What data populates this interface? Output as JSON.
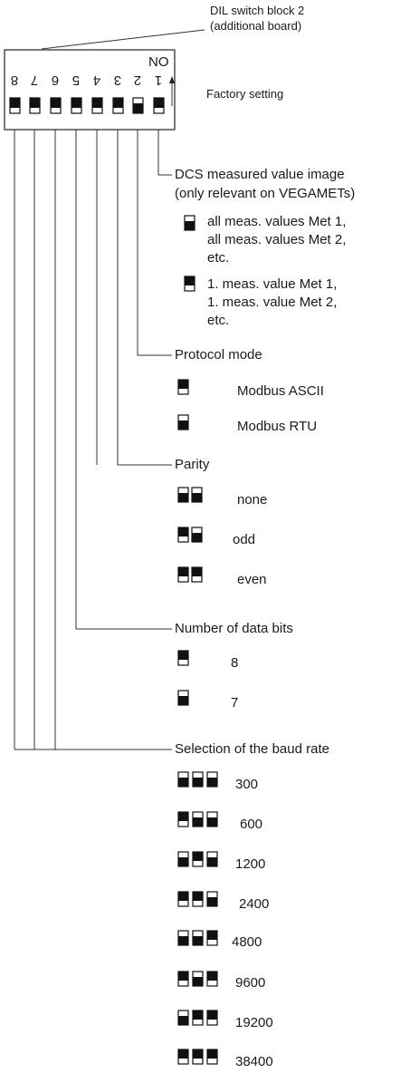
{
  "header": {
    "block_line1": "DIL switch block 2",
    "block_line2": "(additional board)",
    "on_label": "NO",
    "factory_setting": "Factory setting"
  },
  "switch_positions": [
    "8",
    "7",
    "6",
    "5",
    "4",
    "3",
    "2",
    "1"
  ],
  "switch_factory": [
    "on",
    "on",
    "on",
    "on",
    "on",
    "on",
    "off",
    "on"
  ],
  "dcs": {
    "title_line1": "DCS measured value image",
    "title_line2": "(only relevant on VEGAMETs)",
    "options": [
      {
        "state": "off",
        "lines": [
          "all meas. values Met 1,",
          "all meas. values Met 2,",
          "etc."
        ]
      },
      {
        "state": "on",
        "lines": [
          "1. meas. value Met 1,",
          "1. meas. value Met 2,",
          "etc."
        ]
      }
    ]
  },
  "protocol": {
    "title": "Protocol mode",
    "options": [
      {
        "state": "on",
        "label": "Modbus ASCII"
      },
      {
        "state": "off",
        "label": "Modbus RTU"
      }
    ]
  },
  "parity": {
    "title": "Parity",
    "options": [
      {
        "states": [
          "off",
          "off"
        ],
        "label": "none"
      },
      {
        "states": [
          "on",
          "off"
        ],
        "label": "odd"
      },
      {
        "states": [
          "on",
          "on"
        ],
        "label": "even"
      }
    ]
  },
  "databits": {
    "title": "Number of data bits",
    "options": [
      {
        "state": "on",
        "label": "8"
      },
      {
        "state": "off",
        "label": "7"
      }
    ]
  },
  "baud": {
    "title": "Selection of the baud rate",
    "options": [
      {
        "states": [
          "off",
          "off",
          "off"
        ],
        "label": "300"
      },
      {
        "states": [
          "on",
          "off",
          "off"
        ],
        "label": "600"
      },
      {
        "states": [
          "off",
          "on",
          "off"
        ],
        "label": "1200"
      },
      {
        "states": [
          "on",
          "on",
          "off"
        ],
        "label": "2400"
      },
      {
        "states": [
          "off",
          "off",
          "on"
        ],
        "label": "4800"
      },
      {
        "states": [
          "on",
          "off",
          "on"
        ],
        "label": "9600"
      },
      {
        "states": [
          "off",
          "on",
          "on"
        ],
        "label": "19200"
      },
      {
        "states": [
          "on",
          "on",
          "on"
        ],
        "label": "38400"
      }
    ]
  }
}
